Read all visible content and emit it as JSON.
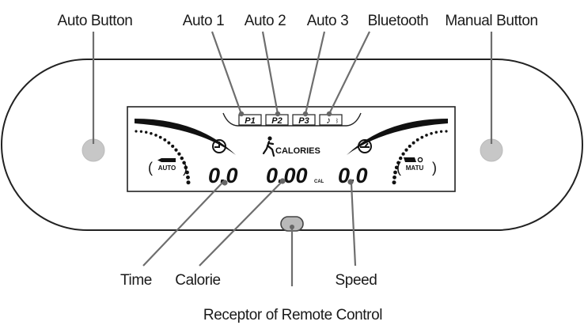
{
  "labels": {
    "auto_button": "Auto Button",
    "auto1": "Auto 1",
    "auto2": "Auto 2",
    "auto3": "Auto 3",
    "bluetooth": "Bluetooth",
    "manual_button": "Manual Button",
    "time": "Time",
    "calorie": "Calorie",
    "speed": "Speed",
    "receptor": "Receptor of Remote Control"
  },
  "display": {
    "p1": "P1",
    "p2": "P2",
    "p3": "P3",
    "bluetooth_glyph": "♪",
    "calories_label": "CALORIES",
    "time_value": "0.0",
    "calorie_value": "0.00",
    "cal_unit": "CAL",
    "speed_value": "0.0",
    "auto_mode": "AUTO",
    "manual_mode": "MATU"
  },
  "icons": {
    "time": "clock-icon",
    "speed": "speedometer-icon",
    "calories": "runner-icon",
    "bluetooth": "music-note-icon"
  },
  "colors": {
    "button_gray": "#c7c7c7",
    "leader_line": "#6e6e6e",
    "outline": "#222222"
  }
}
